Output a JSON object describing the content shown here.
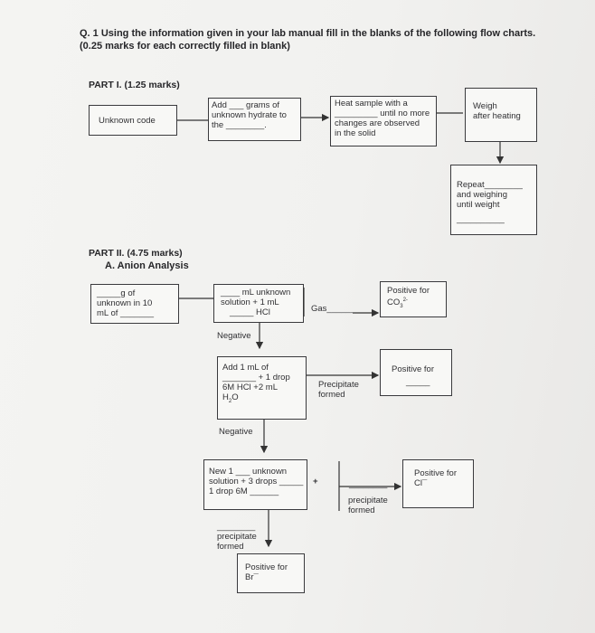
{
  "question": {
    "title": "Q. 1 Using the information given in your lab manual fill in the blanks of the following flow charts. (0.25 marks for each correctly filled in blank)"
  },
  "part1": {
    "heading": "PART I. (1.25 marks)",
    "unknown_code": "Unknown code",
    "add_box": {
      "line1": "Add ___ grams of",
      "line2": "unknown hydrate to",
      "line3": "the ________."
    },
    "heat_box": {
      "line1": "Heat sample with a",
      "line2": "_________ until no more",
      "line3": "changes are observed",
      "line4": "in the solid"
    },
    "weigh_box": {
      "line1": "Weigh",
      "line2": "after heating"
    },
    "repeat_box": {
      "line1": "Repeat________",
      "line2": "and weighing",
      "line3": "until weight",
      "line4": "__________"
    }
  },
  "part2": {
    "heading": "PART II. (4.75 marks)",
    "subheading": "A.  Anion Analysis",
    "start_box": {
      "line1": "_____g of",
      "line2": "unknown in 10",
      "line3": "mL of _______"
    },
    "ml_box": {
      "line1": "____ mL unknown",
      "line2": "solution + 1 mL",
      "line3": "_____ HCl"
    },
    "gas_label": "Gas_______",
    "co3_box": {
      "line1": "Positive for",
      "line2": "CO",
      "sub": "3",
      "sup": "2-"
    },
    "negative1": "Negative",
    "add1_box": {
      "line1": "Add 1 mL of",
      "line2": "_______ + 1 drop",
      "line3": "6M HCl +2 mL",
      "line4": "H",
      "sub": "2",
      "line4b": "O"
    },
    "precip1": {
      "line1": "Precipitate",
      "line2": "formed"
    },
    "pos_for_box": {
      "line1": "Positive for",
      "line2": "_____"
    },
    "negative2": "Negative",
    "new_box": {
      "line1": "New 1 ___ unknown",
      "line2": "solution + 3 drops _____",
      "line3": "1 drop 6M ______"
    },
    "plus": "+",
    "blank_line": "________",
    "precip2": {
      "line1": "precipitate",
      "line2": "formed"
    },
    "cl_box": {
      "line1": "Positive for",
      "line2": "Cl¯"
    },
    "precip3": {
      "line0": "________",
      "line1": "precipitate",
      "line2": "formed"
    },
    "br_box": {
      "line1": "Positive for",
      "line2": "Br¯"
    }
  }
}
